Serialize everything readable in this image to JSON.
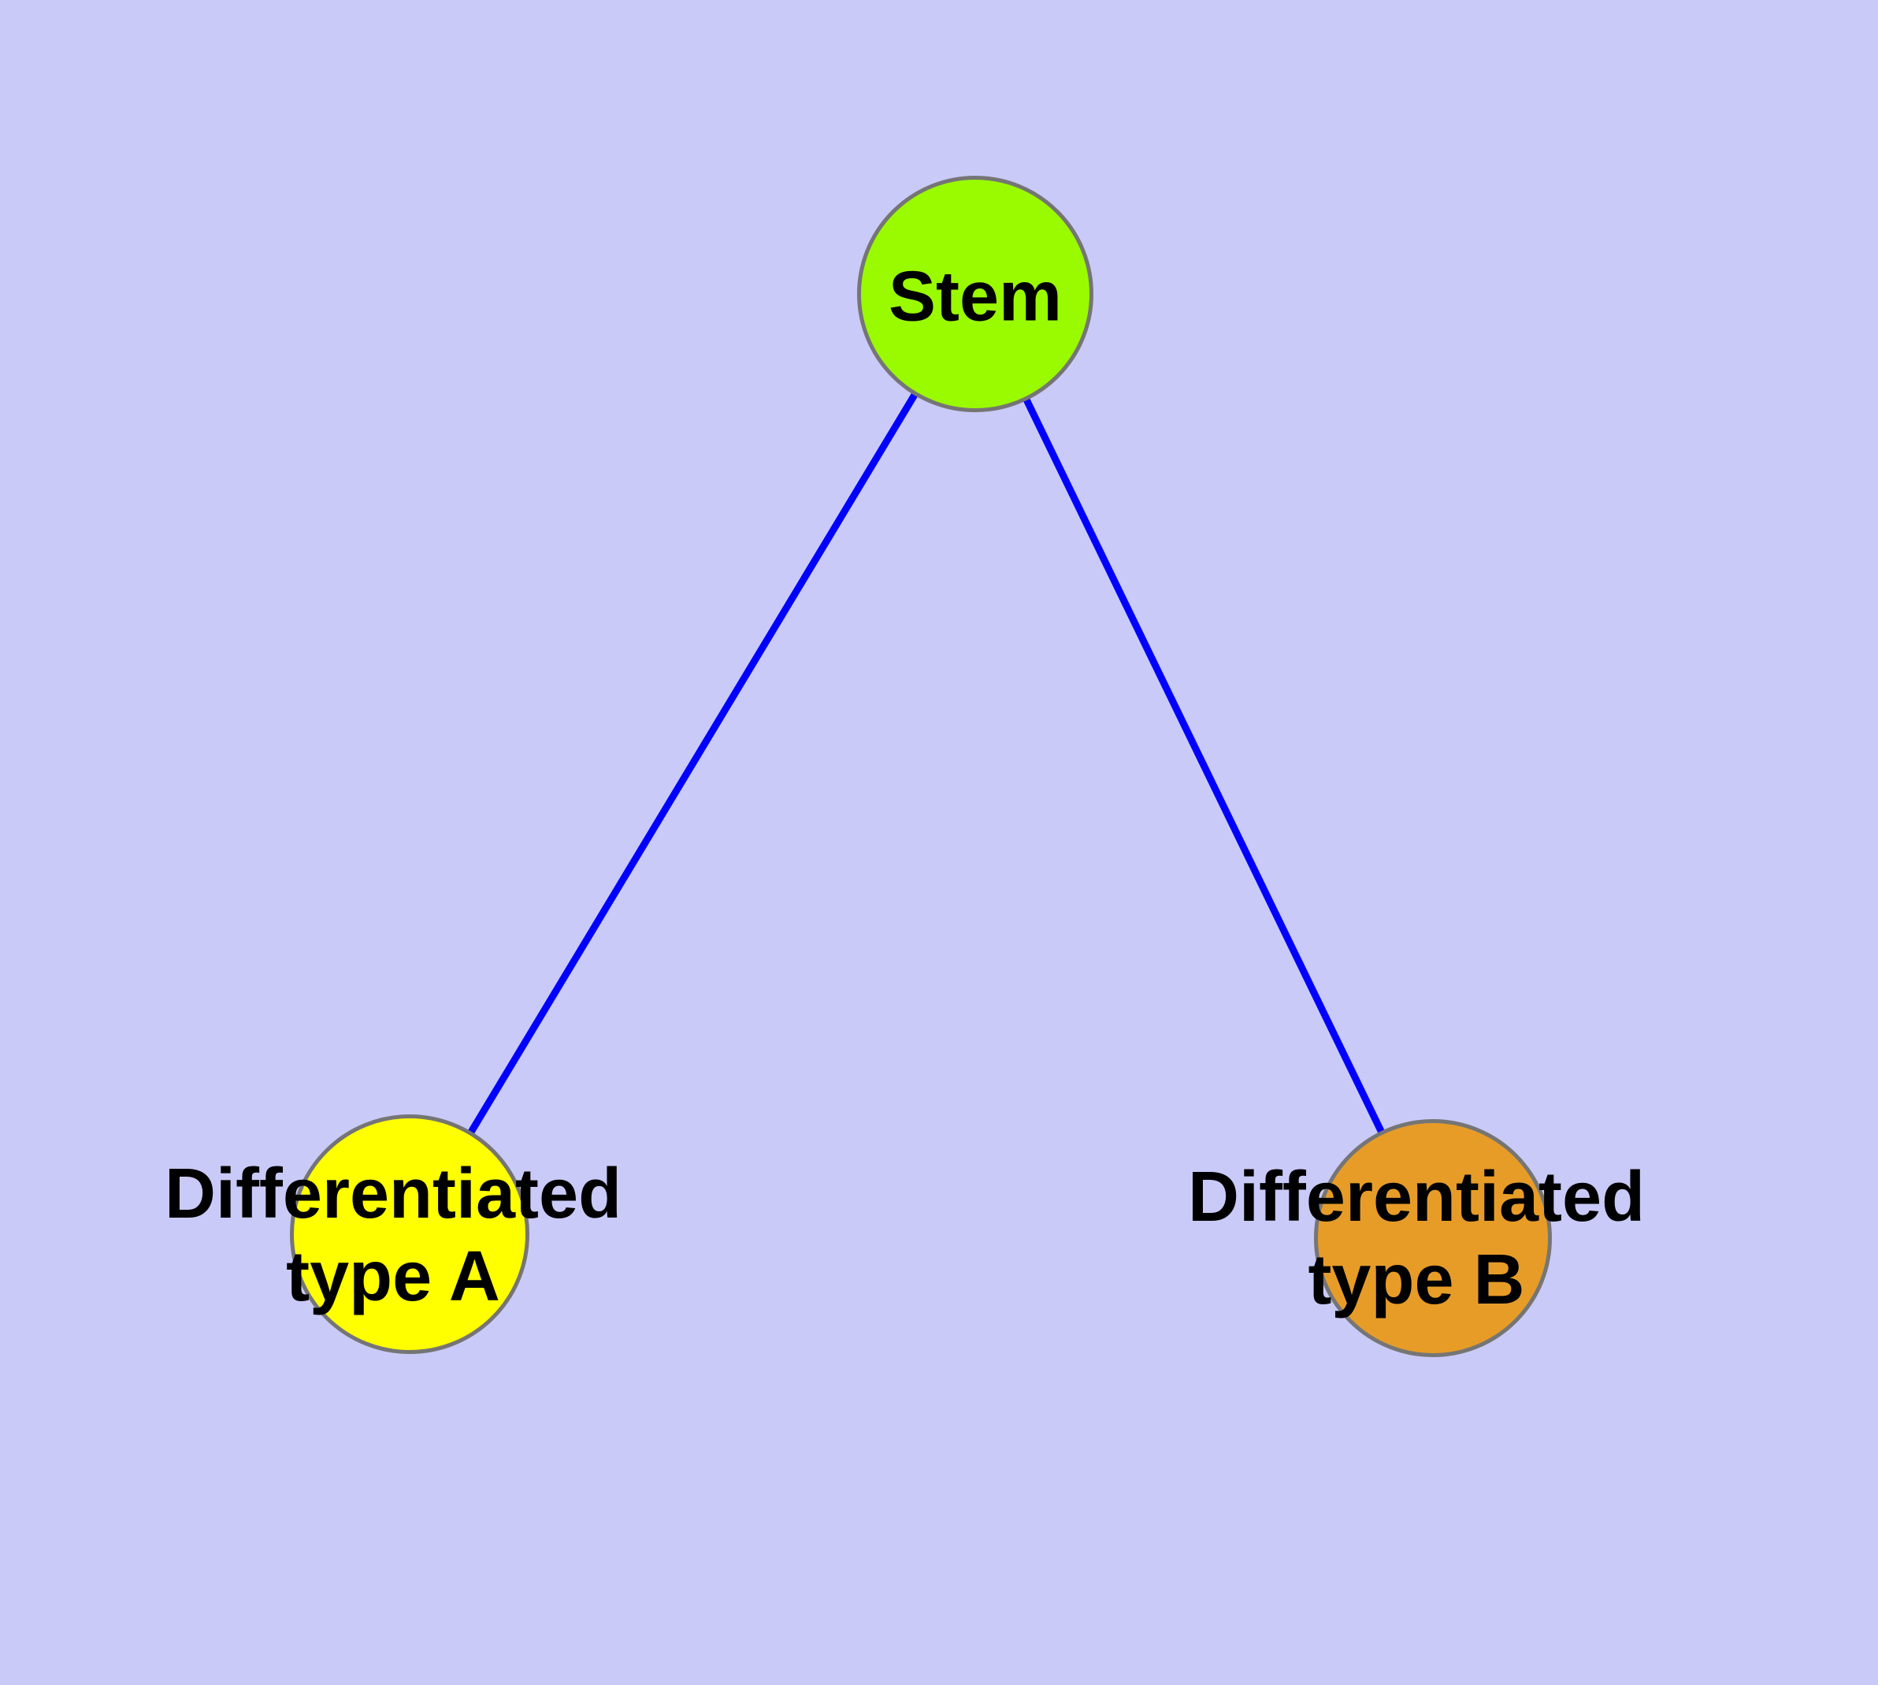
{
  "background_color": "#CACAF8",
  "graph": {
    "nodes": [
      {
        "id": "stem",
        "label": "Stem",
        "lines": [
          "Stem"
        ],
        "fill_color": "#9AFA00",
        "border_color": "#757575",
        "text_color": "#000000"
      },
      {
        "id": "differentiated-type-a",
        "label": "Differentiated type A",
        "lines": [
          "Differentiated",
          "type A"
        ],
        "fill_color": "#FFFF00",
        "border_color": "#757575",
        "text_color": "#000000"
      },
      {
        "id": "differentiated-type-b",
        "label": "Differentiated type B",
        "lines": [
          "Differentiated",
          "type B"
        ],
        "fill_color": "#E79C28",
        "border_color": "#757575",
        "text_color": "#000000"
      }
    ],
    "edges": [
      {
        "from": "Stem",
        "to": "Differentiated type A",
        "color": "#0000FF"
      },
      {
        "from": "Stem",
        "to": "Differentiated type B",
        "color": "#0000FF"
      }
    ]
  }
}
